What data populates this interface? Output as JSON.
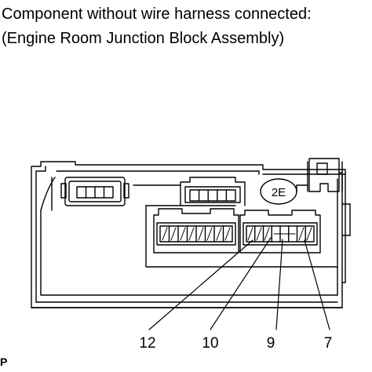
{
  "caption": {
    "line1": "Component without wire harness connected:",
    "line2": "(Engine Room Junction Block Assembly)"
  },
  "connector_tag": "2E",
  "pin_labels": {
    "p12": "12",
    "p10": "10",
    "p9": "9",
    "p7": "7"
  },
  "corner_mark": "P",
  "colors": {
    "line": "#000000",
    "background": "#ffffff"
  }
}
